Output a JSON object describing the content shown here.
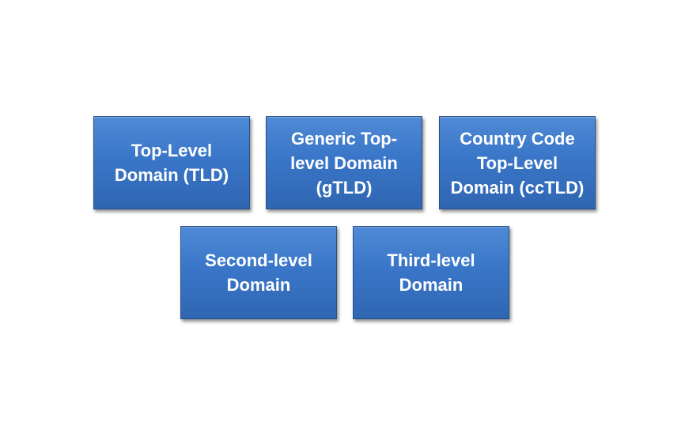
{
  "diagram": {
    "boxes": [
      {
        "label": "Top-Level\nDomain (TLD)"
      },
      {
        "label": "Generic Top-\nlevel Domain\n(gTLD)"
      },
      {
        "label": "Country Code\nTop-Level\nDomain (ccTLD)"
      },
      {
        "label": "Second-level\nDomain"
      },
      {
        "label": "Third-level\nDomain"
      }
    ]
  }
}
